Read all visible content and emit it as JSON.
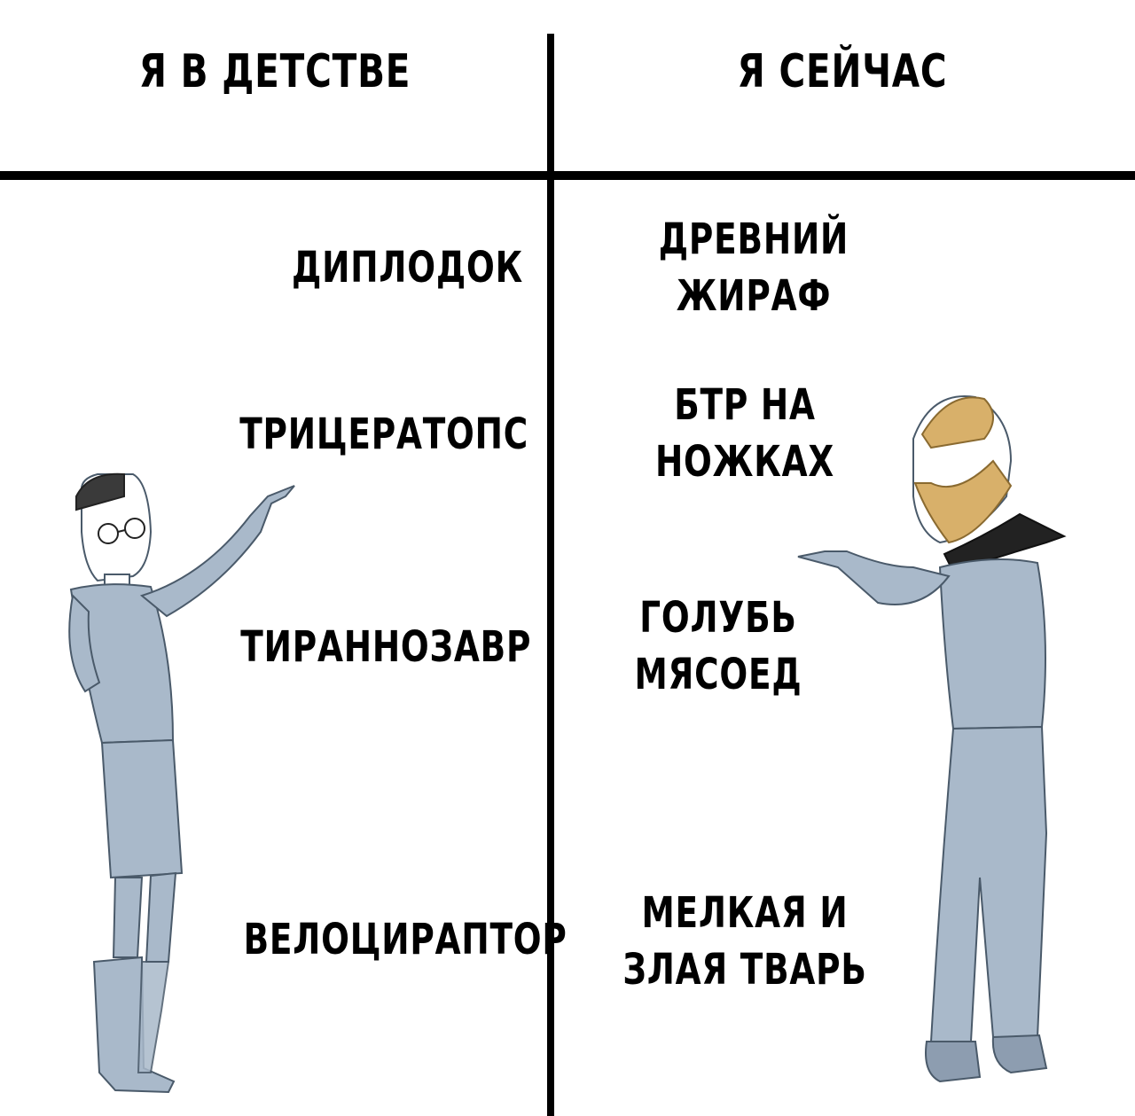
{
  "columns": {
    "left_header": "Я В ДЕТСТВЕ",
    "right_header": "Я СЕЙЧАС"
  },
  "rows": [
    {
      "left": "ДИПЛОДОК",
      "right": "ДРЕВНИЙ\nЖИРАФ"
    },
    {
      "left": "ТРИЦЕРАТОПС",
      "right": "БТР НА\nНОЖКАХ"
    },
    {
      "left": "ТИРАННОЗАВР",
      "right": "ГОЛУБЬ\nМЯСОЕД"
    },
    {
      "left": "ВЕЛОЦИРАПТОР",
      "right": "МЕЛКАЯ И\nЗЛАЯ ТВАРЬ"
    }
  ],
  "colors": {
    "background": "#ffffff",
    "text": "#000000",
    "figure_fill": "#a9b9ca",
    "figure_stroke": "#4a5a6a",
    "beard": "#d8b06a"
  }
}
